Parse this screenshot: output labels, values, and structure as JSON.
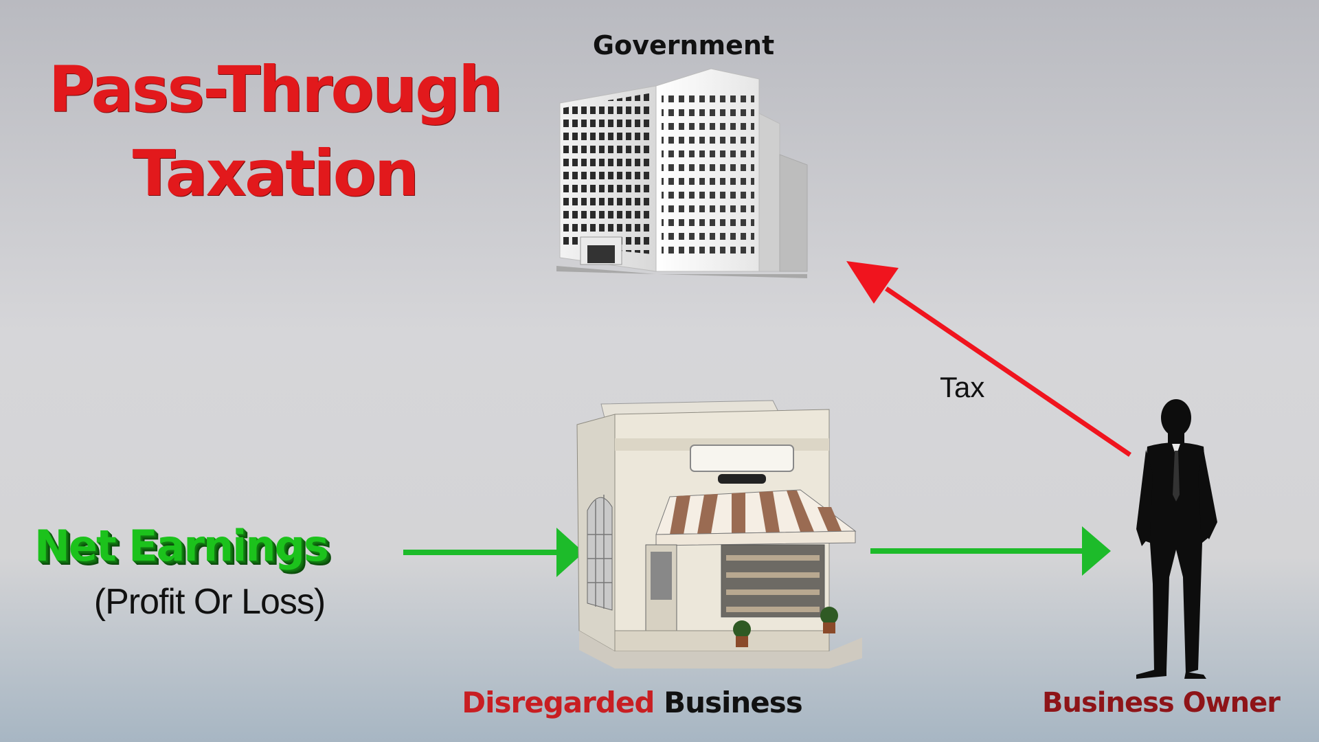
{
  "title": {
    "line1": "Pass-Through",
    "line2": "Taxation"
  },
  "government": {
    "label": "Government",
    "icon": "government-building-icon"
  },
  "source": {
    "label": "Net Earnings",
    "sublabel": "(Profit Or Loss)"
  },
  "business": {
    "label_red": "Disregarded",
    "label_black": "Business",
    "icon": "storefront-icon"
  },
  "owner": {
    "label": "Business Owner",
    "icon": "businessman-silhouette-icon"
  },
  "tax_arrow": {
    "label": "Tax"
  },
  "colors": {
    "title": "#e2191c",
    "flow_arrow": "#1dbb2a",
    "tax_arrow": "#f0141e",
    "owner_label": "#8e1418",
    "disregarded_label": "#c81e22"
  }
}
